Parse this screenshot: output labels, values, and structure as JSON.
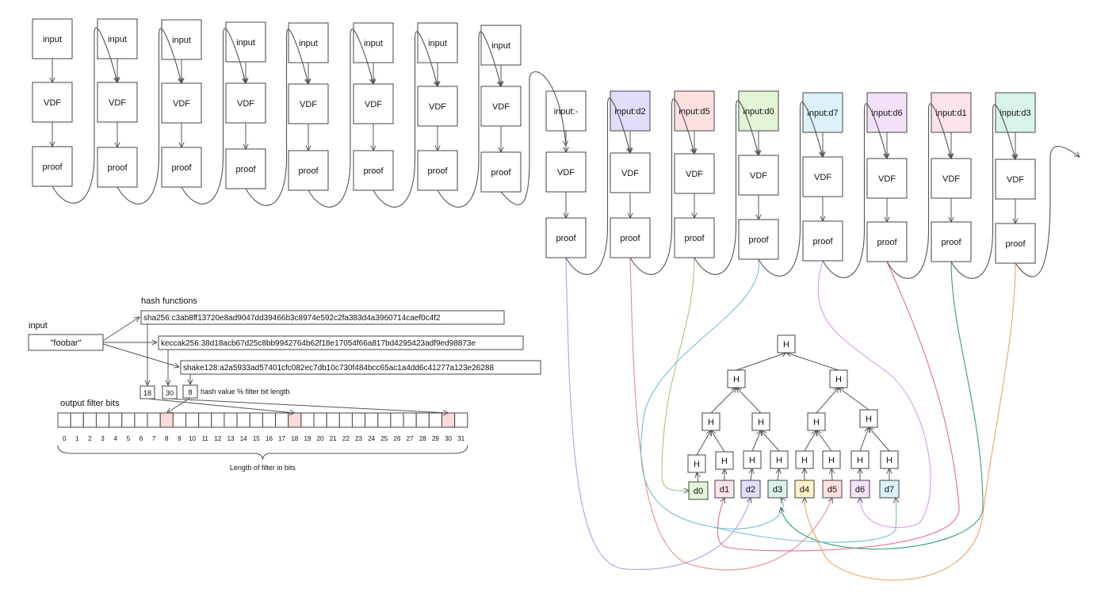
{
  "chain": {
    "input_label": "input",
    "vdf_label": "VDF",
    "proof_label": "proof",
    "cont_input_label": "input:-",
    "data_inputs": [
      {
        "label": "input:d2",
        "color": "#e3dcfb"
      },
      {
        "label": "input:d5",
        "color": "#fde0e0"
      },
      {
        "label": "input:d0",
        "color": "#e3f5d6"
      },
      {
        "label": "input:d7",
        "color": "#dcf1f8"
      },
      {
        "label": "input:d6",
        "color": "#f3e1fa"
      },
      {
        "label": "input:d1",
        "color": "#fbe2ec"
      },
      {
        "label": "input:d3",
        "color": "#d8f3ea"
      }
    ],
    "wire_colors": [
      "#b39de8",
      "#ea8a86",
      "#9cc87e",
      "#78bcd4",
      "#d39be6",
      "#e26aa0",
      "#2aa382",
      "#f0a35d"
    ]
  },
  "merkle": {
    "node_label": "H",
    "leaves": [
      {
        "label": "d0",
        "color": "#e3f5d6"
      },
      {
        "label": "d1",
        "color": "#fbe2ec"
      },
      {
        "label": "d2",
        "color": "#e3dcfb"
      },
      {
        "label": "d3",
        "color": "#d8f3ea"
      },
      {
        "label": "d4",
        "color": "#fdf1c8"
      },
      {
        "label": "d5",
        "color": "#fde0e0"
      },
      {
        "label": "d6",
        "color": "#f3e1fa"
      },
      {
        "label": "d7",
        "color": "#dcf1f8"
      }
    ]
  },
  "bloom": {
    "input_title": "input",
    "input_value": "\"foobar\"",
    "hash_title": "hash functions",
    "hashes": [
      "sha256:c3ab8ff13720e8ad9047dd39466b3c8974e592c2fa383d4a3960714caef0c4f2",
      "keccak256:38d18acb67d25c8bb9942764b62f18e17054f66a817bd4295423adf9ed98873e",
      "shake128:a2a5933ad57401cfc082ec7db10c730f484bcc65ac1a4dd6c41277a123e26288"
    ],
    "mod_values": [
      "18",
      "30",
      "8"
    ],
    "mod_note": "hash value % filter bit length",
    "output_title": "output filter bits",
    "bit_labels": [
      "0",
      "1",
      "2",
      "3",
      "4",
      "5",
      "6",
      "7",
      "8",
      "9",
      "10",
      "11",
      "12",
      "13",
      "14",
      "15",
      "16",
      "17",
      "18",
      "19",
      "20",
      "21",
      "22",
      "23",
      "24",
      "25",
      "26",
      "27",
      "28",
      "29",
      "30",
      "31"
    ],
    "set_bits": [
      8,
      18,
      30
    ],
    "length_caption": "Length of filter in bits",
    "set_color": "#fbdada"
  }
}
